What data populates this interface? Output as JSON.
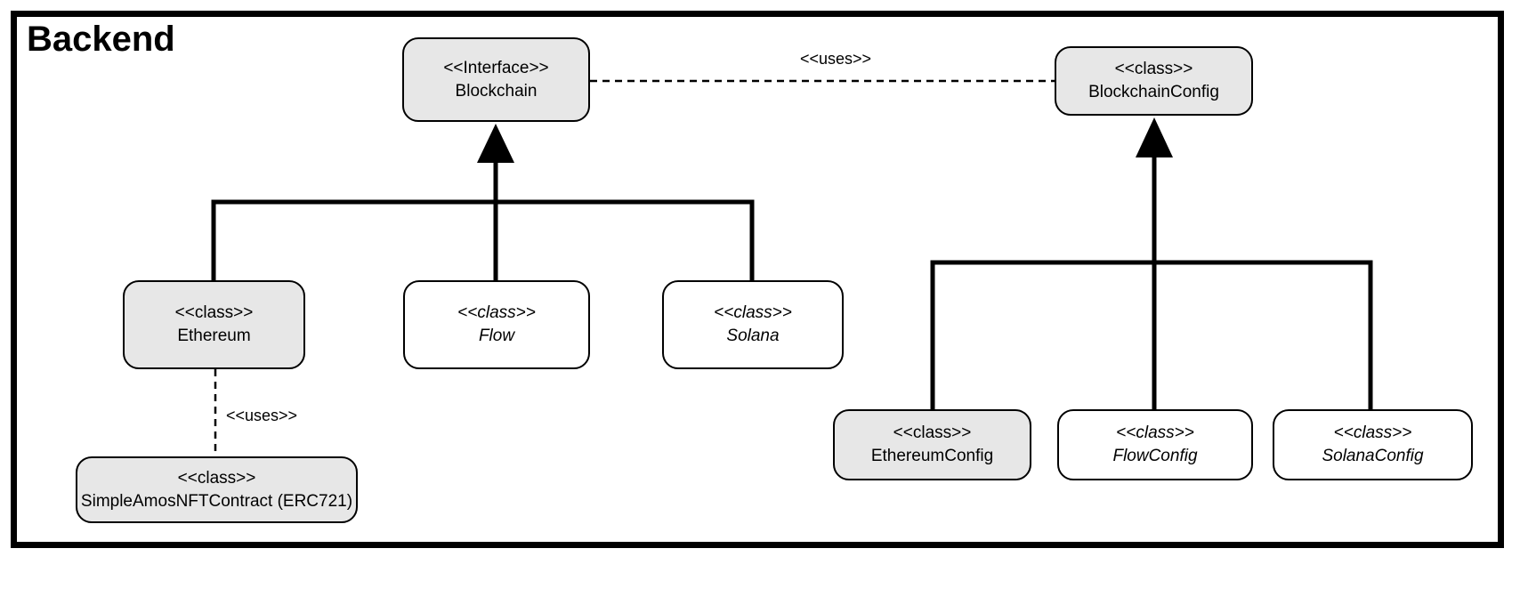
{
  "title": "Backend",
  "colors": {
    "node_fill_grey": "#e7e7e7",
    "node_fill_white": "#ffffff",
    "line": "#000000",
    "frame_border": "#000000"
  },
  "nodes": {
    "blockchain": {
      "stereotype": "<<Interface>>",
      "name": "Blockchain"
    },
    "blockchain_config": {
      "stereotype": "<<class>>",
      "name": "BlockchainConfig"
    },
    "ethereum": {
      "stereotype": "<<class>>",
      "name": "Ethereum"
    },
    "flow": {
      "stereotype": "<<class>>",
      "name": "Flow"
    },
    "solana": {
      "stereotype": "<<class>>",
      "name": "Solana"
    },
    "simple_amos_nft": {
      "stereotype": "<<class>>",
      "name": "SimpleAmosNFTContract (ERC721)"
    },
    "ethereum_config": {
      "stereotype": "<<class>>",
      "name": "EthereumConfig"
    },
    "flow_config": {
      "stereotype": "<<class>>",
      "name": "FlowConfig"
    },
    "solana_config": {
      "stereotype": "<<class>>",
      "name": "SolanaConfig"
    }
  },
  "edges": {
    "uses_top_label": "<<uses>>",
    "uses_left_label": "<<uses>>"
  }
}
